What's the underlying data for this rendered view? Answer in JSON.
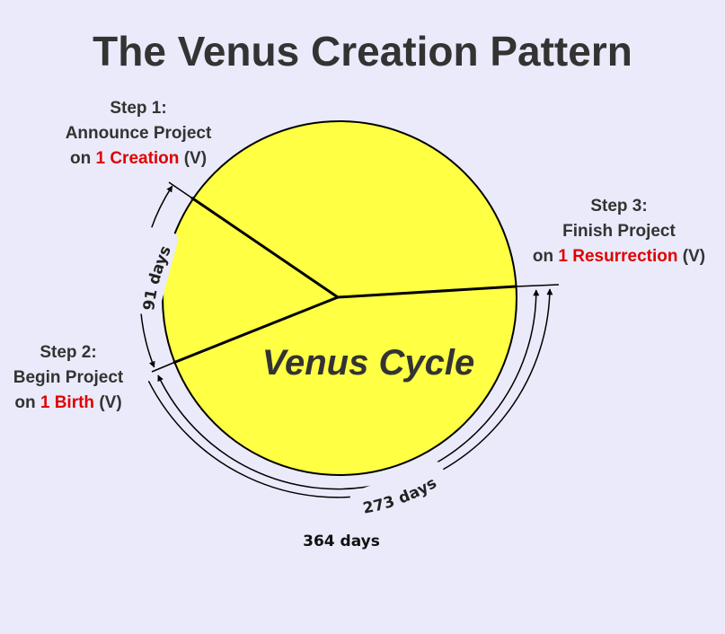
{
  "title": "The Venus Creation Pattern",
  "center_label": "Venus Cycle",
  "colors": {
    "background": "#eaeafa",
    "circle_fill": "#ffff44",
    "text": "#333333",
    "highlight": "#e00000"
  },
  "steps": [
    {
      "heading": "Step 1:",
      "action": "Announce Project",
      "prefix": "on",
      "date": "1 Creation",
      "suffix": "(V)"
    },
    {
      "heading": "Step 2:",
      "action": "Begin Project",
      "prefix": "on",
      "date": "1 Birth",
      "suffix": "(V)"
    },
    {
      "heading": "Step 3:",
      "action": "Finish Project",
      "prefix": "on",
      "date": "1 Resurrection",
      "suffix": "(V)"
    }
  ],
  "spans": {
    "step1_to_step2": "91 days",
    "step2_to_step3": "273 days",
    "total": "364 days"
  }
}
